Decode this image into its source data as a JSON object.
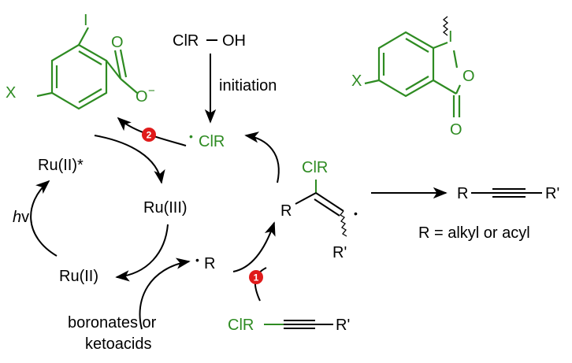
{
  "colors": {
    "green": "#2e8b22",
    "red": "#e01b1b",
    "black": "#000000"
  },
  "reagent": {
    "name": "ClR",
    "suffix": "OH"
  },
  "initiation": "initiation",
  "radical_clr": "ClR",
  "radical_dot": "•",
  "ru2_star": "Ru(II)*",
  "ru3": "Ru(III)",
  "ru2": "Ru(II)",
  "hv": {
    "h": "h",
    "v": "v"
  },
  "radical_r": "R",
  "substrates": {
    "line1": "boronates or",
    "line2": "ketoacids"
  },
  "alkyne_start": {
    "left": "ClR",
    "right": "R'"
  },
  "vinyl": {
    "top": "ClR",
    "left": "R",
    "bottom": "R'"
  },
  "product": {
    "left": "R",
    "right": "R'"
  },
  "r_definition": "R = alkyl or acyl",
  "steps": {
    "one": "1",
    "two": "2"
  },
  "iodobenzoate": {
    "iodine": "I",
    "x": "X",
    "o_carbonyl": "O",
    "o_anion": "O",
    "charge": "−"
  },
  "benziodoxolone": {
    "iodine": "I",
    "x": "X",
    "o_ring": "O",
    "o_carbonyl": "O"
  }
}
